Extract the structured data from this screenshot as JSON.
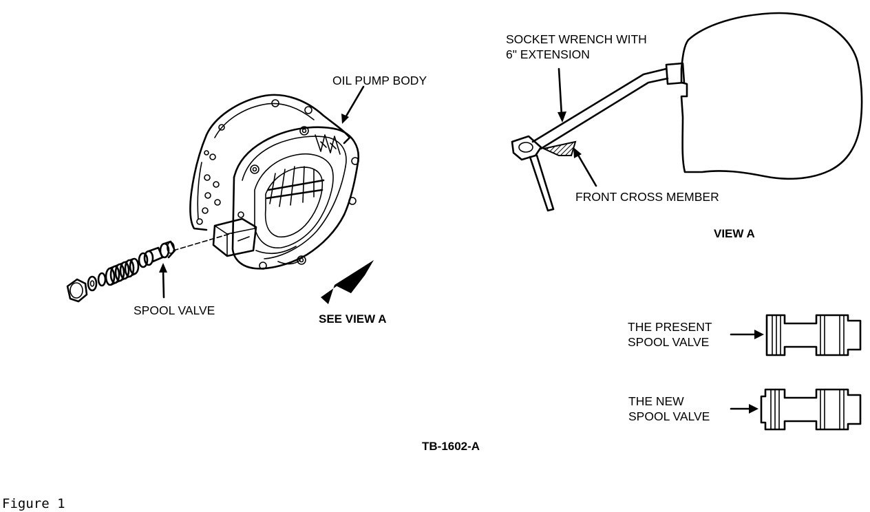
{
  "labels": {
    "oil_pump_body": "OIL PUMP BODY",
    "spool_valve": "SPOOL VALVE",
    "see_view_a": "SEE VIEW A",
    "socket_wrench_line1": "SOCKET WRENCH WITH",
    "socket_wrench_line2": "6\" EXTENSION",
    "front_cross_member": "FRONT CROSS MEMBER",
    "view_a": "VIEW A",
    "present_line1": "THE PRESENT",
    "present_line2": "SPOOL VALVE",
    "new_line1": "THE NEW",
    "new_line2": "SPOOL VALVE",
    "drawing_id": "TB-1602-A",
    "figure_caption": "Figure 1"
  }
}
